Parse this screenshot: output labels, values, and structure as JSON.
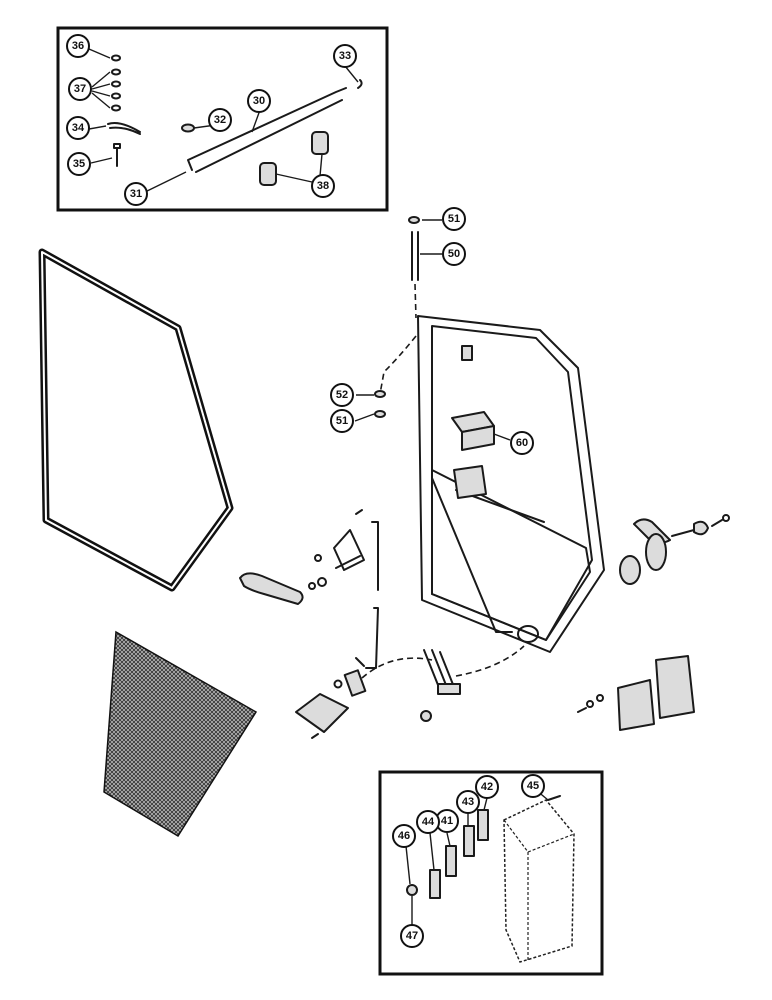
{
  "callouts": {
    "top_inset": [
      "36",
      "37",
      "34",
      "35",
      "32",
      "30",
      "31",
      "33",
      "38"
    ],
    "door": [
      "51",
      "50",
      "52",
      "51",
      "60"
    ],
    "bottom_inset": [
      "45",
      "41",
      "42",
      "43",
      "44",
      "46",
      "47"
    ]
  }
}
